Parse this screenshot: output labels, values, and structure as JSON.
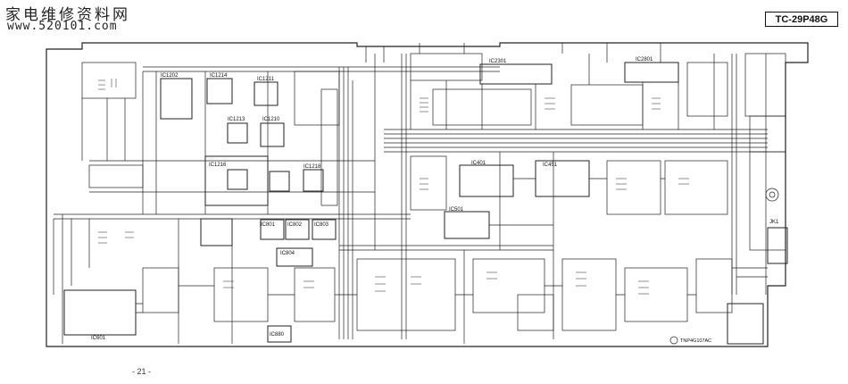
{
  "header": {
    "watermark_cn": "家电维修资料网",
    "watermark_url": "www.520101.com",
    "model": "TC-29P48G"
  },
  "footer": {
    "page_number": "- 21 -"
  },
  "chips": {
    "ic1202": "IC1202",
    "ic1214": "IC1214",
    "ic1211": "IC1211",
    "ic1213": "IC1213",
    "ic1210": "IC1210",
    "ic1216": "IC1216",
    "ic1218": "IC1218",
    "ic2301": "IC2301",
    "ic2801": "IC2801",
    "ic401": "IC401",
    "ic451": "IC451",
    "ic501": "IC501",
    "ic801": "IC801",
    "ic802": "IC802",
    "ic803": "IC803",
    "ic804": "IC804",
    "ic880": "IC880",
    "ic601": "IC601",
    "jk1": "JK1",
    "tnp": "TNP4G107AC"
  }
}
